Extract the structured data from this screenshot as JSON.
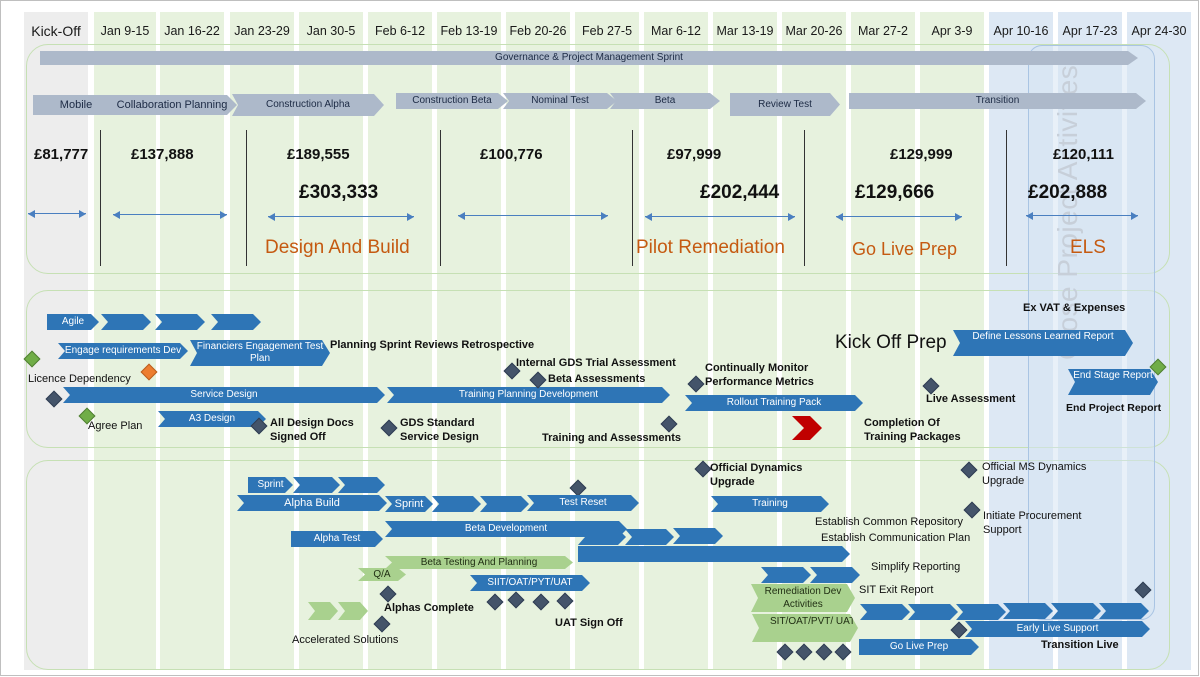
{
  "header": {
    "columns": [
      "Kick-Off",
      "Jan 9-15",
      "Jan 16-22",
      "Jan 23-29",
      "Jan 30-5",
      "Feb 6-12",
      "Feb 13-19",
      "Feb 20-26",
      "Feb 27-5",
      "Mar 6-12",
      "Mar 13-19",
      "Mar 20-26",
      "Mar 27-2",
      "Apr 3-9",
      "Apr 10-16",
      "Apr 17-23",
      "Apr 24-30"
    ]
  },
  "top": {
    "governance": "Governance & Project Management Sprint",
    "phases": {
      "mobile": "Mobile",
      "collab": "Collaboration Planning",
      "alpha": "Construction Alpha",
      "beta_construct": "Construction Beta",
      "nominal": "Nominal Test",
      "beta": "Beta",
      "review": "Review Test",
      "transition": "Transition"
    },
    "costs": {
      "c1": "£81,777",
      "c2": "£137,888",
      "c3": "£189,555",
      "c4": "£100,776",
      "c5": "£97,999",
      "c6": "£129,999",
      "c7": "£120,111"
    },
    "totals": {
      "t1": "£303,333",
      "t2": "£202,444",
      "t3": "£129,666",
      "t4": "£202,888"
    },
    "stages": {
      "s1": "Design And Build",
      "s2": "Pilot Remediation",
      "s3": "Go Live Prep",
      "s4": "ELS"
    }
  },
  "close_label": "Close Project Activities",
  "mid": {
    "ex_vat": "Ex VAT & Expenses",
    "agile": "Agile",
    "engage": "Engage requirements Dev",
    "financiers": "Financiers Engagement Test Plan",
    "planning_sprint": "Planning Sprint Reviews Retrospective",
    "licence": "Licence Dependency",
    "service_design": "Service Design",
    "training_planning": "Training Planning Development",
    "internal_gds": "Internal GDS Trial Assessment",
    "beta_assess": "Beta Assessments",
    "continually": "Continually Monitor Performance Metrics",
    "kick_off_prep": "Kick Off Prep",
    "lessons": "Define Lessons Learned Report",
    "end_stage": "End Stage Report",
    "end_project": "End Project Report",
    "agree_plan": "Agree Plan",
    "a3": "A3 Design",
    "all_docs": "All Design Docs Signed Off",
    "gds_standard": "GDS Standard Service Design",
    "training_assess": "Training and Assessments",
    "rollout": "Rollout Training Pack",
    "live_assess": "Live Assessment",
    "completion": "Completion Of Training Packages"
  },
  "bottom": {
    "sprint1": "Sprint",
    "alpha_build": "Alpha Build",
    "sprint2": "Sprint",
    "test_reset": "Test Reset",
    "official_dyn": "Official Dynamics Upgrade",
    "training": "Training",
    "official_ms": "Official MS Dynamics Upgrade",
    "beta_dev": "Beta Development",
    "alpha_test": "Alpha Test",
    "common_repo": "Establish Common Repository",
    "procurement": "Initiate Procurement Support",
    "comm_plan": "Establish Communication Plan",
    "beta_testing": "Beta Testing And Planning",
    "qa": "Q/A",
    "siit": "SIIT/OAT/PYT/UAT",
    "simplify": "Simplify Reporting",
    "sit_exit": "SIT Exit Report",
    "remediation": "Remediation Dev Activities",
    "alphas_complete": "Alphas Complete",
    "uat_signoff": "UAT Sign Off",
    "sit_oat": "SIT/OAT/PVT/ UAT",
    "early_live": "Early Live Support",
    "go_live_prep": "Go Live Prep",
    "transition_live": "Transition Live",
    "accelerated": "Accelerated Solutions"
  }
}
